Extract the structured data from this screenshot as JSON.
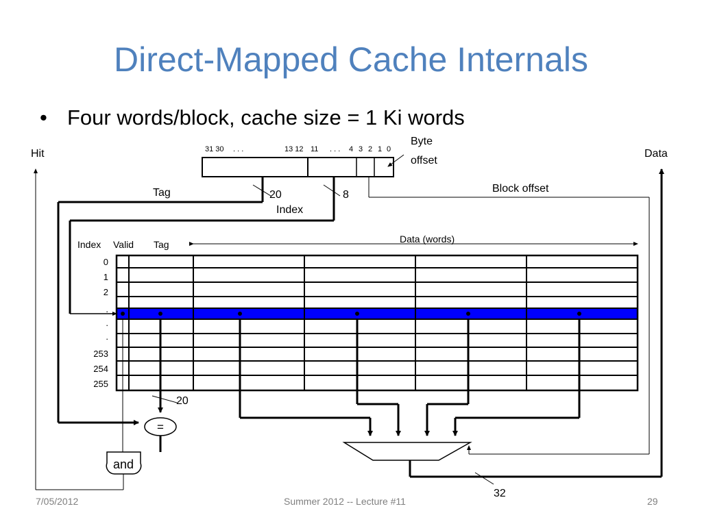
{
  "slide": {
    "title": "Direct-Mapped Cache Internals",
    "bullet": "Four words/block, cache size = 1 Ki words",
    "bullet_marker": "•"
  },
  "diagram": {
    "address_bits": {
      "b31_30": "31 30",
      "dots1": ". . .",
      "b13_12": "13 12",
      "b11": "11",
      "dots2": ". . .",
      "b4": "4",
      "b3": "3",
      "b2": "2",
      "b1": "1",
      "b0": "0"
    },
    "byte_offset": [
      "Byte",
      "offset"
    ],
    "hit_label": "Hit",
    "data_label": "Data",
    "tag_label": "Tag",
    "index_label": "Index",
    "block_offset_label": "Block offset",
    "tag_width": "20",
    "index_width": "8",
    "compare_width": "20",
    "out_width": "32",
    "table_headers": {
      "index": "Index",
      "valid": "Valid",
      "tag": "Tag",
      "data": "Data (words)"
    },
    "row_labels": [
      "0",
      "1",
      "2",
      ".",
      ".",
      ".",
      "253",
      "254",
      "255"
    ],
    "comparator_symbol": "=",
    "and_gate_label": "and",
    "colors": {
      "selected_row": "#0000ff",
      "title": "#4f81bd",
      "line": "#000000",
      "footer": "#7f7f7f"
    }
  },
  "footer": {
    "date": "7/05/2012",
    "lecture": "Summer 2012 -- Lecture #11",
    "page": "29"
  }
}
